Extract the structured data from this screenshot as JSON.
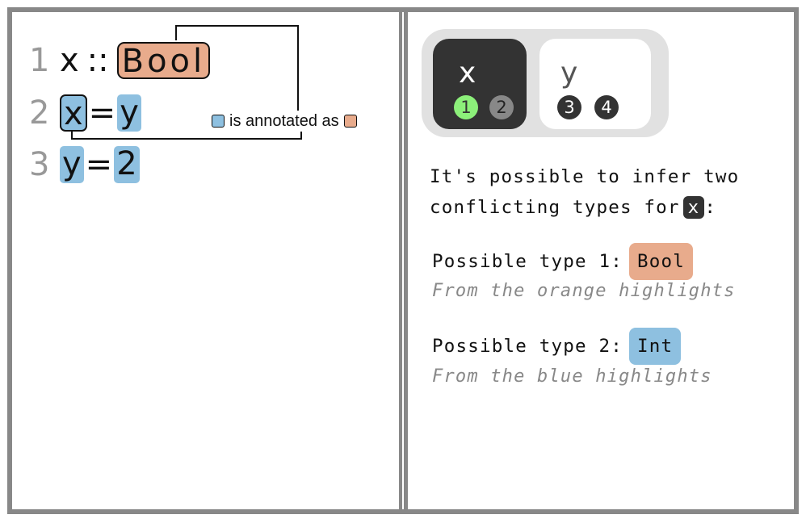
{
  "code_panel": {
    "lines": [
      {
        "number": "1",
        "var": "x",
        "op": "::",
        "type": "Bool"
      },
      {
        "number": "2",
        "lhs": "x",
        "op": "=",
        "rhs": "y"
      },
      {
        "number": "3",
        "lhs": "y",
        "op": "=",
        "rhs": "2"
      }
    ],
    "legend": {
      "text": "is annotated as"
    }
  },
  "variables_panel": {
    "active": {
      "name": "x",
      "badges": [
        "1",
        "2"
      ]
    },
    "inactive": {
      "name": "y",
      "badges": [
        "3",
        "4"
      ]
    }
  },
  "explanation": {
    "line1": "It's possible to infer two",
    "line2": "conflicting types for",
    "var": "x",
    "colon": ":",
    "type1": {
      "label": "Possible type 1:",
      "value": "Bool",
      "source": "From the orange highlights"
    },
    "type2": {
      "label": "Possible type 2:",
      "value": "Int",
      "source": "From the blue highlights"
    }
  },
  "colors": {
    "blue_highlight": "#8ec0e0",
    "orange_highlight": "#e8ab8c",
    "active_card": "#333333",
    "badge_green": "#8cf07a",
    "frame": "#888888"
  }
}
